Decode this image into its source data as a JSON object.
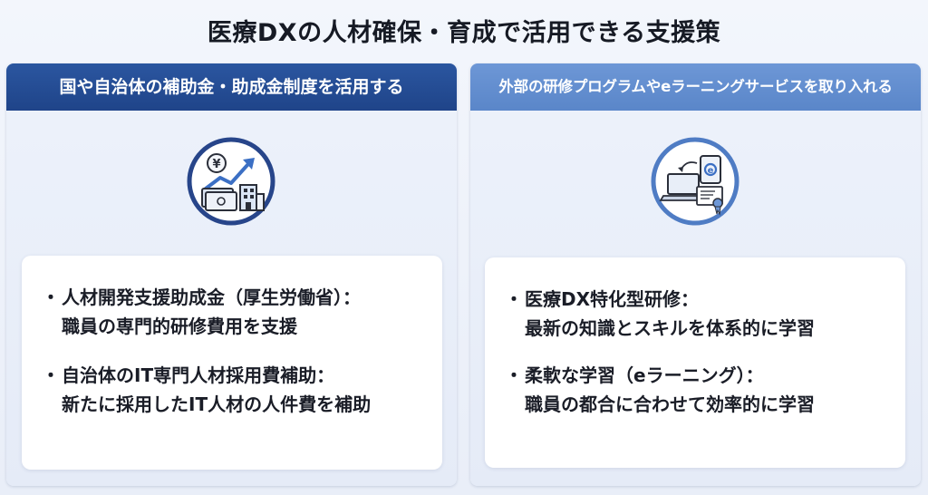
{
  "title": "医療DXの人材確保・育成で活用できる支援策",
  "panels": {
    "left": {
      "header": "国や自治体の補助金・助成金制度を活用する",
      "icon": "subsidy-growth-icon",
      "bullets": [
        {
          "line1": "人材開発支援助成金（厚生労働省）：",
          "line2": "職員の専門的研修費用を支援"
        },
        {
          "line1": "自治体のIT専門人材採用費補助：",
          "line2": "新たに採用したIT人材の人件費を補助"
        }
      ]
    },
    "right": {
      "header": "外部の研修プログラムやeラーニングサービスを取り入れる",
      "icon": "e-learning-certificate-icon",
      "bullets": [
        {
          "line1": "医療DX特化型研修：",
          "line2": "最新の知識とスキルを体系的に学習"
        },
        {
          "line1": "柔軟な学習（eラーニング）：",
          "line2": "職員の都合に合わせて効率的に学習"
        }
      ]
    }
  },
  "colors": {
    "left_header": "#1f4489",
    "right_header": "#5a86c9",
    "icon_ring": "#27458a",
    "accent_blue": "#3b6fc4"
  },
  "bullet_symbol": "・"
}
